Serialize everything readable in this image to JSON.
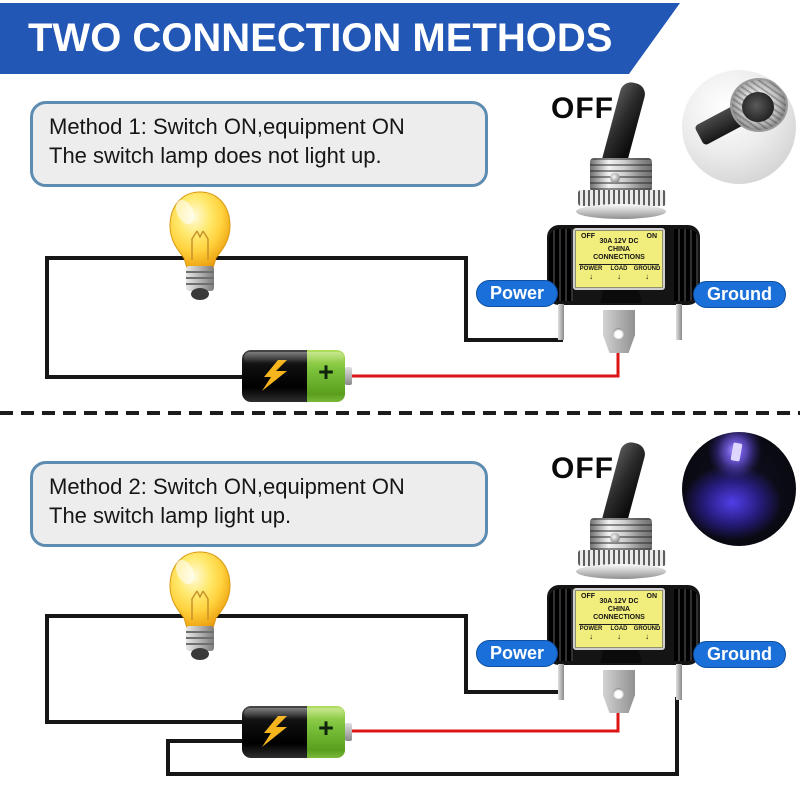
{
  "header": {
    "title": "TWO CONNECTION METHODS"
  },
  "method1": {
    "note_line1": "Method 1: Switch ON,equipment ON",
    "note_line2": "The switch lamp does not light up.",
    "switch_state": "OFF",
    "power_label": "Power",
    "ground_label": "Ground"
  },
  "method2": {
    "note_line1": "Method 2: Switch ON,equipment ON",
    "note_line2": "The switch lamp light up.",
    "switch_state": "OFF",
    "power_label": "Power",
    "ground_label": "Ground"
  },
  "switch_label": {
    "off": "OFF",
    "on": "ON",
    "rating": "30A 12V DC",
    "brand_line1": "CHINA",
    "brand_line2": "CONNECTIONS",
    "terminals": [
      "POWER",
      "LOAD",
      "GROUND"
    ],
    "arrow": "↓"
  },
  "battery": {
    "plus": "+"
  },
  "colors": {
    "header_bg": "#2257b5",
    "pill_bg": "#1a6fd8",
    "note_border": "#5d8cb3",
    "note_bg": "#ededed",
    "switch_label_yellow": "#f2ee7d",
    "battery_green": "#7cc23c",
    "bolt_yellow": "#f6b51d",
    "bulb_yellow": "#ffd23e",
    "wire_black": "#161616",
    "wire_red": "#dd1414",
    "led_blue": "#5844ff"
  }
}
